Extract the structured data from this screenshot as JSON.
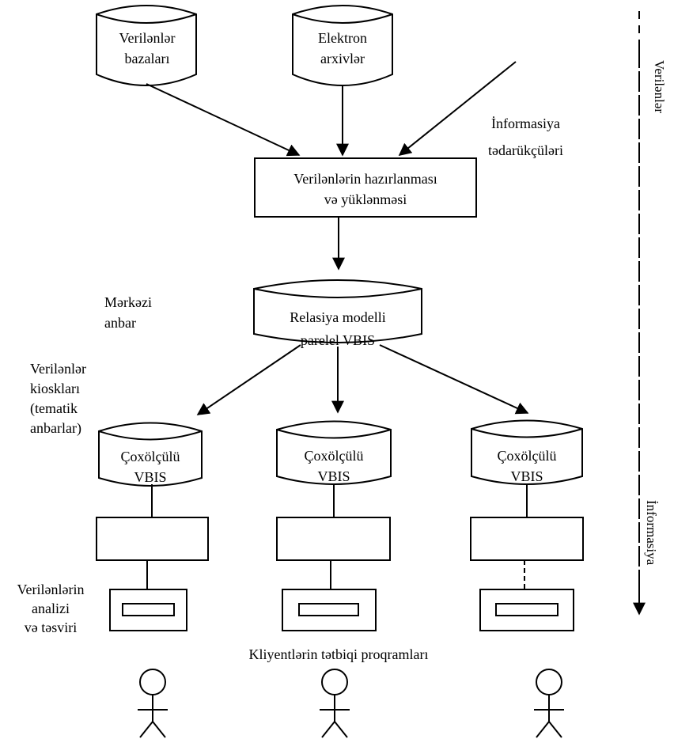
{
  "sources": {
    "databases": [
      "Verilənlər",
      "bazaları"
    ],
    "archives": [
      "Elektron",
      "arxivlər"
    ],
    "suppliers": [
      "İnformasiya",
      "tədarükçüləri"
    ]
  },
  "prepare_box": [
    "Verilənlərin hazırlanması",
    "və yüklənməsi"
  ],
  "central": {
    "label": [
      "Mərkəzi",
      "anbar"
    ],
    "db": [
      "Relasiya modelli",
      "parelel VBIS"
    ]
  },
  "kiosks_label": [
    "Verilənlər",
    "kioskları",
    "(tematik",
    "anbarlar)"
  ],
  "cubes": [
    [
      "Çoxölçülü",
      "VBIS"
    ],
    [
      "Çoxölçülü",
      "VBIS"
    ],
    [
      "Çoxölçülü",
      "VBIS"
    ]
  ],
  "analysis_label": [
    "Verilənlərin",
    "analizi",
    "və təsviri"
  ],
  "clients_caption": "Kliyentlərin tətbiqi proqramları",
  "side_labels": {
    "top": "Verilənlər",
    "bottom": "İnformasiya"
  }
}
